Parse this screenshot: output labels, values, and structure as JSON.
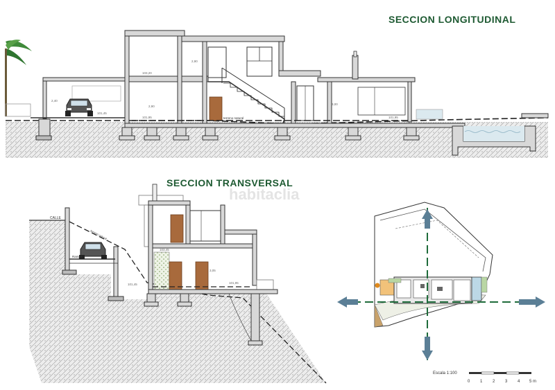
{
  "sheet": {
    "title_longitudinal": "SECCION LONGITUDINAL",
    "title_transversal": "SECCION TRANSVERSAL",
    "watermark": "habitaclia"
  },
  "labels": {
    "street": "CALLE",
    "ramp": "Rampa",
    "natural_terrain": "terreno natural",
    "natural_terrain_2": "terreno natural"
  },
  "levels": {
    "upper": "103,20",
    "ground_left": "101,95",
    "ground_right": "101,95",
    "main": "101,45",
    "trans_1": "103,45",
    "trans_2": "101,95",
    "trans_3": "101,45"
  },
  "heights": {
    "h1": "2,90",
    "h2": "2,90",
    "h3": "2,40",
    "h4": "3,00",
    "h5": "3,05"
  },
  "scale": {
    "label": "Escala 1:100",
    "ticks": [
      "0",
      "1",
      "2",
      "3",
      "4",
      "5 m"
    ]
  },
  "colors": {
    "title_green": "#1e5a32",
    "arrow_blue": "#5b7f96",
    "axis_green": "#1e6b3a",
    "wall": "#d8d8d8",
    "outline": "#333333",
    "hatch": "#9a9a9a",
    "pool": "#dbe9ef",
    "door": "#a86a3c"
  },
  "icons": {
    "car": "car-icon",
    "palm": "palm-tree-icon",
    "arrow": "section-arrow-icon"
  }
}
